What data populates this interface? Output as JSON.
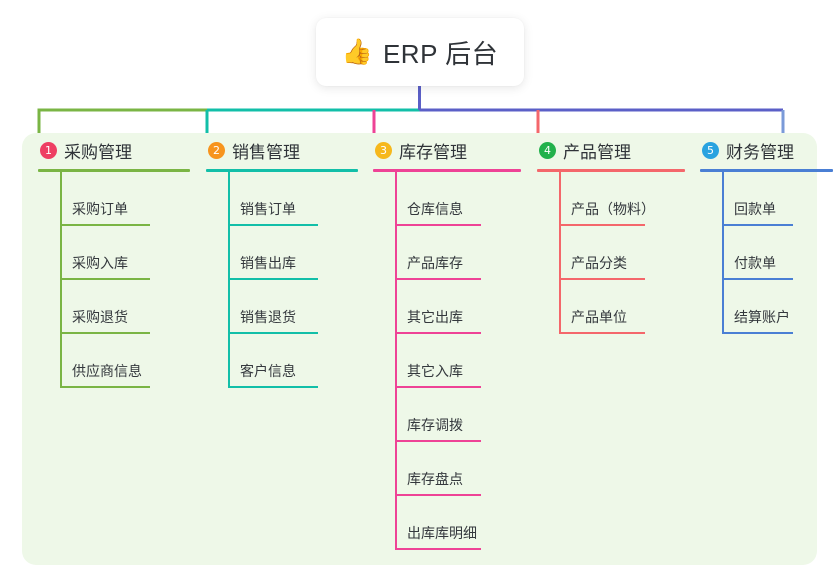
{
  "root": {
    "icon": "thumbs-up-icon",
    "emoji": "👍",
    "title": "ERP 后台",
    "card_color": "#ffffff"
  },
  "palette": {
    "page_background": "#ffffff",
    "panel_background": "#eef8e8",
    "text": "#2f3338"
  },
  "connector": {
    "stem_color": "#5b5fc7",
    "bar_segments": [
      {
        "color": "#7ab544"
      },
      {
        "color": "#12bfa8"
      },
      {
        "color": "#5b5fc7"
      }
    ]
  },
  "columns": [
    {
      "number": "1",
      "title": "采购管理",
      "badge_color": "#ee3f63",
      "accent": "#7ab544",
      "drop_color": "#7ab544",
      "items": [
        {
          "label": "采购订单"
        },
        {
          "label": "采购入库"
        },
        {
          "label": "采购退货"
        },
        {
          "label": "供应商信息"
        }
      ]
    },
    {
      "number": "2",
      "title": "销售管理",
      "badge_color": "#f7941e",
      "accent": "#12bfa8",
      "drop_color": "#12bfa8",
      "items": [
        {
          "label": "销售订单"
        },
        {
          "label": "销售出库"
        },
        {
          "label": "销售退货"
        },
        {
          "label": "客户信息"
        }
      ]
    },
    {
      "number": "3",
      "title": "库存管理",
      "badge_color": "#f6b81c",
      "accent": "#ee4396",
      "drop_color": "#ee4396",
      "items": [
        {
          "label": "仓库信息"
        },
        {
          "label": "产品库存"
        },
        {
          "label": "其它出库"
        },
        {
          "label": "其它入库"
        },
        {
          "label": "库存调拨"
        },
        {
          "label": "库存盘点"
        },
        {
          "label": "出库库明细"
        }
      ]
    },
    {
      "number": "4",
      "title": "产品管理",
      "badge_color": "#22b14c",
      "accent": "#f4676b",
      "drop_color": "#f4676b",
      "items": [
        {
          "label": "产品（物料）"
        },
        {
          "label": "产品分类"
        },
        {
          "label": "产品单位"
        }
      ]
    },
    {
      "number": "5",
      "title": "财务管理",
      "badge_color": "#29a3e0",
      "accent": "#4a7fd4",
      "drop_color": "#7a9ad8",
      "items": [
        {
          "label": "回款单"
        },
        {
          "label": "付款单"
        },
        {
          "label": "结算账户"
        }
      ]
    }
  ]
}
